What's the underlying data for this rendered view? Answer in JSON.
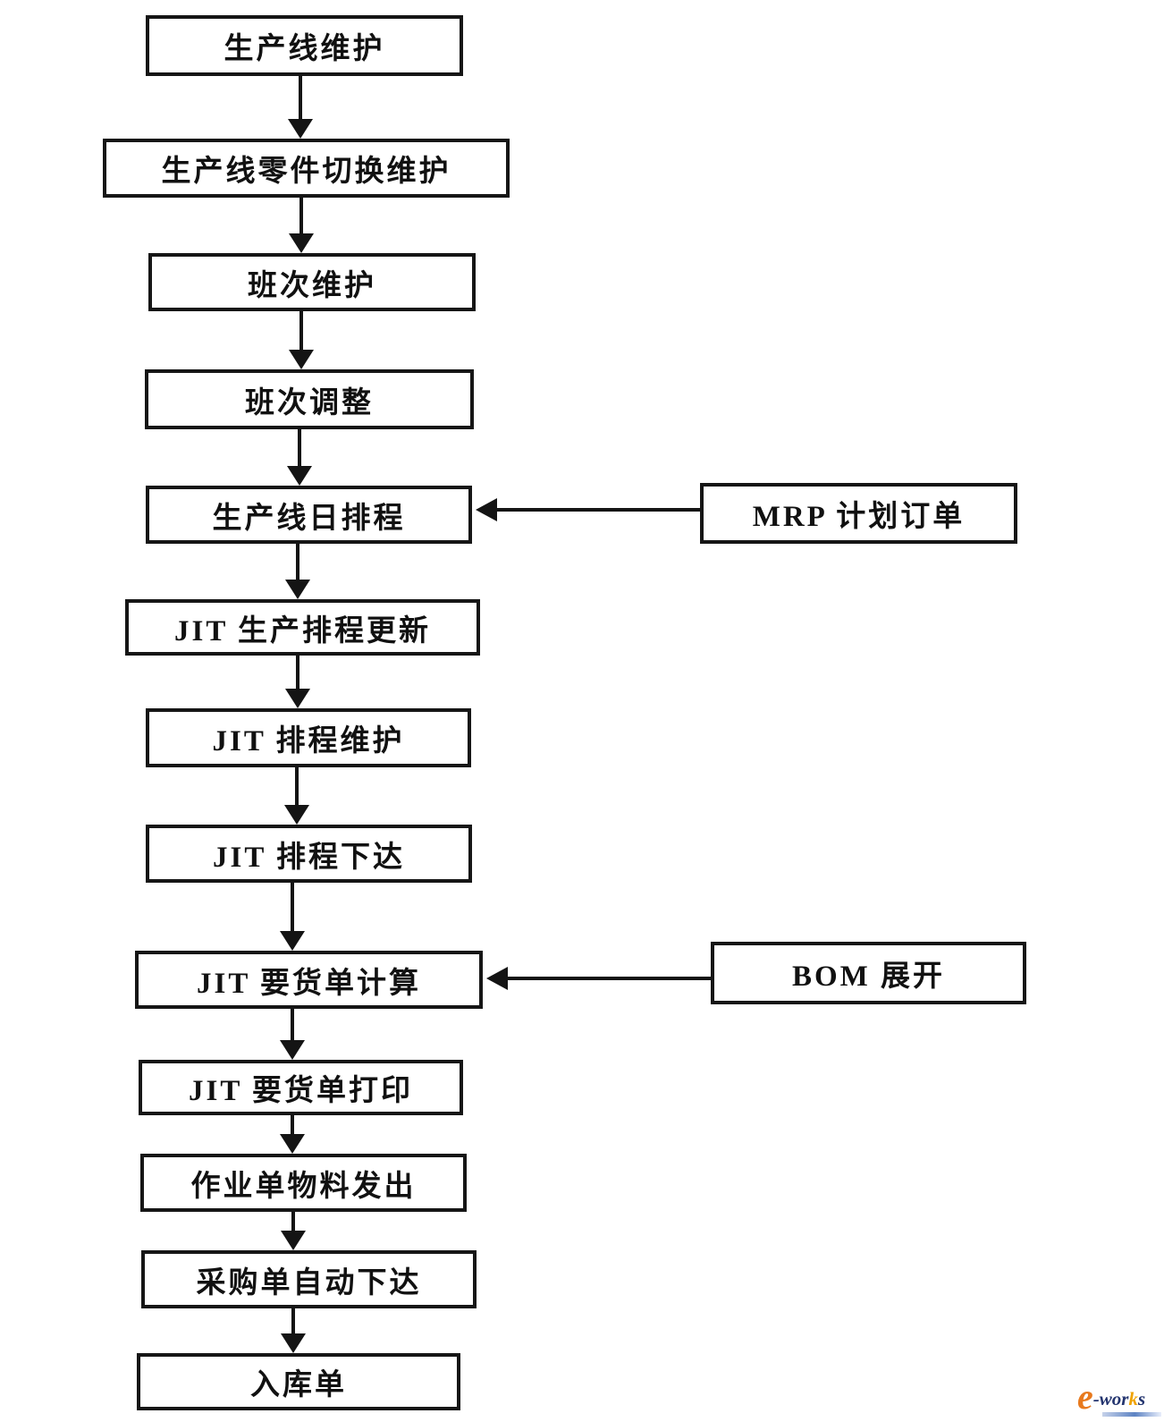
{
  "diagram": {
    "title": "JIT production scheduling flow",
    "main_flow": [
      {
        "label": "生产线维护"
      },
      {
        "label": "生产线零件切换维护"
      },
      {
        "label": "班次维护"
      },
      {
        "label": "班次调整"
      },
      {
        "label": "生产线日排程"
      },
      {
        "label": "JIT 生产排程更新"
      },
      {
        "label": "JIT 排程维护"
      },
      {
        "label": "JIT 排程下达"
      },
      {
        "label": "JIT 要货单计算"
      },
      {
        "label": "JIT 要货单打印"
      },
      {
        "label": "作业单物料发出"
      },
      {
        "label": "采购单自动下达"
      },
      {
        "label": "入库单"
      }
    ],
    "side_inputs": [
      {
        "label": "MRP 计划订单",
        "feeds_into": "生产线日排程"
      },
      {
        "label": "BOM 展开",
        "feeds_into": "JIT 要货单计算"
      }
    ]
  },
  "watermark": {
    "e": "e",
    "wor": "-wor",
    "k": "k",
    "s": "s",
    "full": "e-works"
  },
  "colors": {
    "box_border": "#161616",
    "box_text": "#111111",
    "arrow": "#141414",
    "logo_orange": "#e87a1e",
    "logo_navy": "#24356f",
    "logo_gold": "#f0a300",
    "logo_bar_blue": "#5d83c3",
    "background": "#ffffff"
  }
}
